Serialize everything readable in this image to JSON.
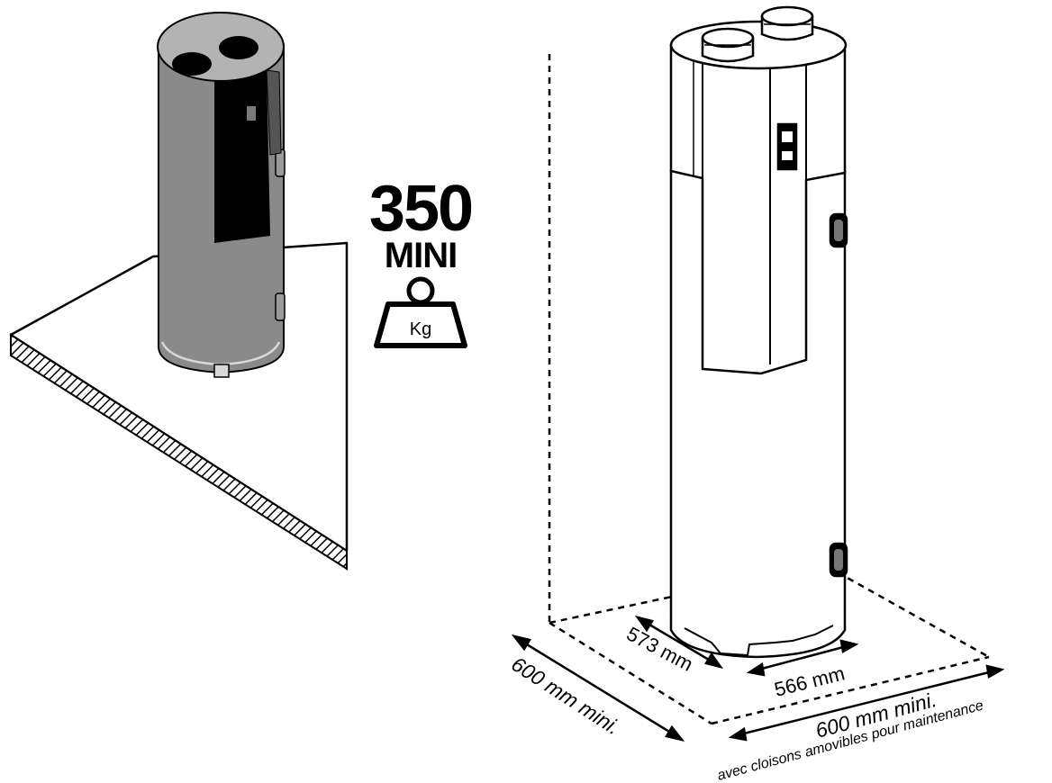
{
  "weight_badge": {
    "value": "350",
    "qualifier": "MINI",
    "unit": "Kg"
  },
  "dimensions": {
    "depth": "573 mm",
    "width": "566 mm",
    "clearance_side": "600 mm mini.",
    "clearance_front": "600 mm mini.",
    "clearance_front_note": "avec cloisons amovibles pour maintenance"
  },
  "colors": {
    "tank_body": "#8a8a8a",
    "tank_top": "#b3b3b3",
    "panel": "#000000",
    "outline": "#000000"
  }
}
